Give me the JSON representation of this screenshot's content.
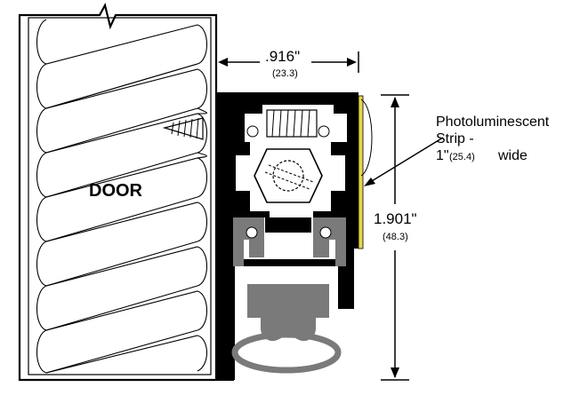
{
  "diagram": {
    "door_label": "DOOR",
    "width_dimension": {
      "inches": ".916\"",
      "mm": "(23.3)"
    },
    "height_dimension": {
      "inches": "1.901\"",
      "mm": "(48.3)"
    },
    "callout": {
      "line1": "Photoluminescent",
      "line2": "Strip  -",
      "line3_inches": "1\"",
      "line3_mm": "(25.4)",
      "line3_suffix": "wide"
    },
    "colors": {
      "profile": "#000000",
      "gasket": "#7a7a7a",
      "strip": "#e8d84a",
      "outline": "#000000",
      "background": "#ffffff"
    }
  }
}
